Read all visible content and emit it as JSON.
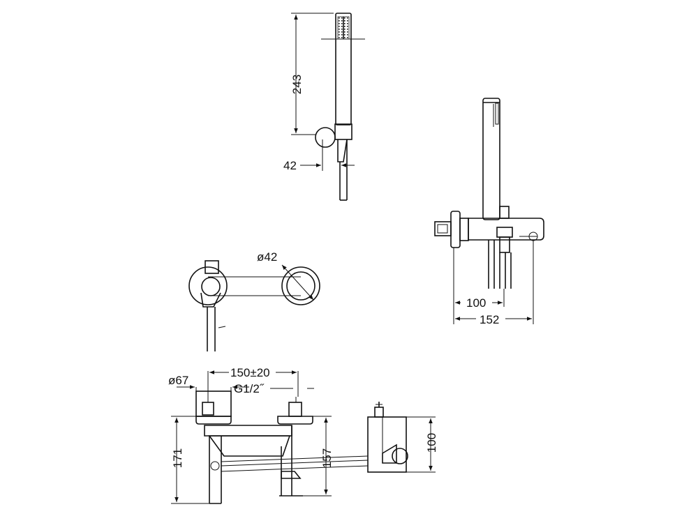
{
  "dimensions": {
    "handshower_height": "243",
    "holder_offset": "42",
    "knob_diameter": "ø42",
    "spout_reach": "100",
    "body_depth": "152",
    "flange_diameter": "ø67",
    "center_distance": "150±20",
    "thread_size": "G1/2˝",
    "overall_height": "171",
    "body_height": "157",
    "side_height": "100"
  },
  "colors": {
    "line": "#111111",
    "background": "#ffffff"
  }
}
